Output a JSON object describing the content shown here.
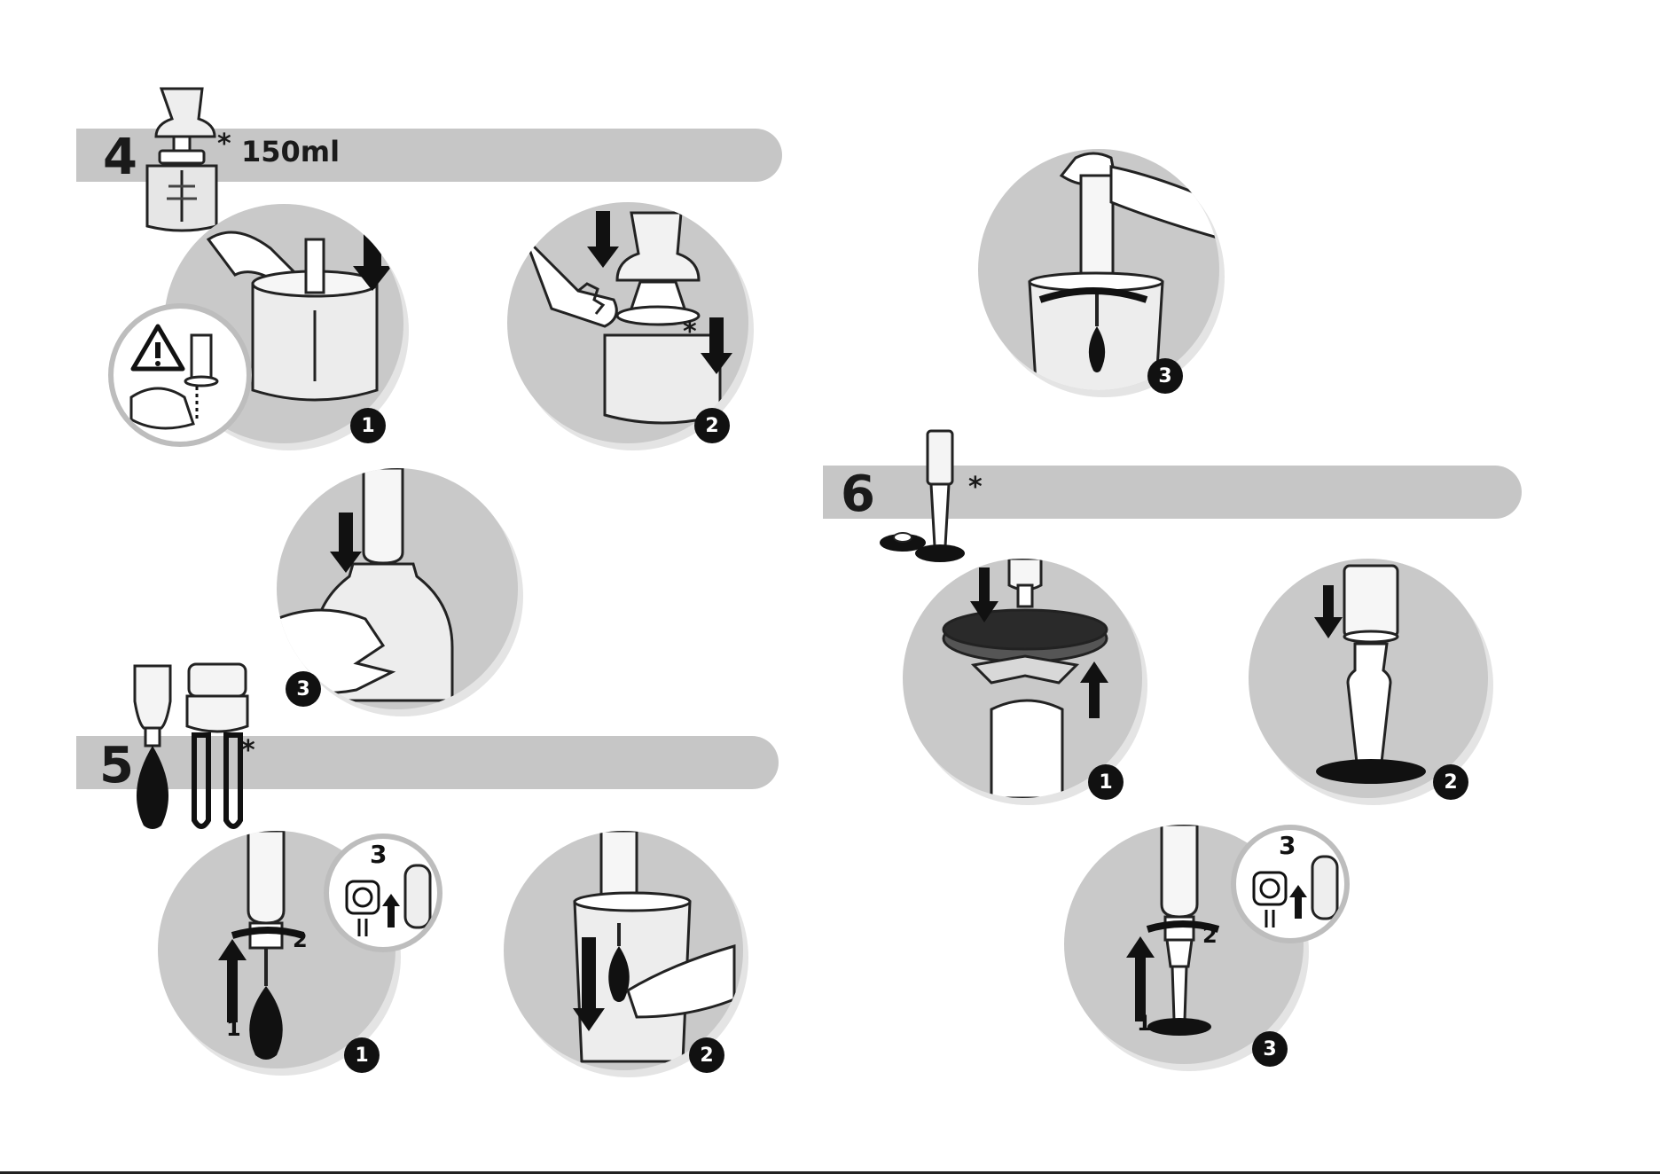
{
  "section4": {
    "number": "4",
    "asterisk": "*",
    "capacity": "150ml",
    "steps": [
      {
        "label": "1",
        "warning_icon": "warning-triangle-icon"
      },
      {
        "label": "2",
        "asterisk": "*"
      },
      {
        "label": "3"
      }
    ]
  },
  "section5": {
    "number": "5",
    "asterisk": "*",
    "steps": [
      {
        "label": "1",
        "inset_number": "3",
        "arrow1_label": "1",
        "arrow2_label": "2"
      },
      {
        "label": "2"
      }
    ]
  },
  "section_top_right": {
    "steps": [
      {
        "label": "3"
      }
    ]
  },
  "section6": {
    "number": "6",
    "asterisk": "*",
    "steps": [
      {
        "label": "1"
      },
      {
        "label": "2"
      },
      {
        "label": "3",
        "inset_number": "3",
        "arrow1_label": "1",
        "arrow2_label": "2"
      }
    ]
  },
  "colors": {
    "banner": "#c6c6c6",
    "circle": "#c9c9c9",
    "badge": "#111111"
  }
}
